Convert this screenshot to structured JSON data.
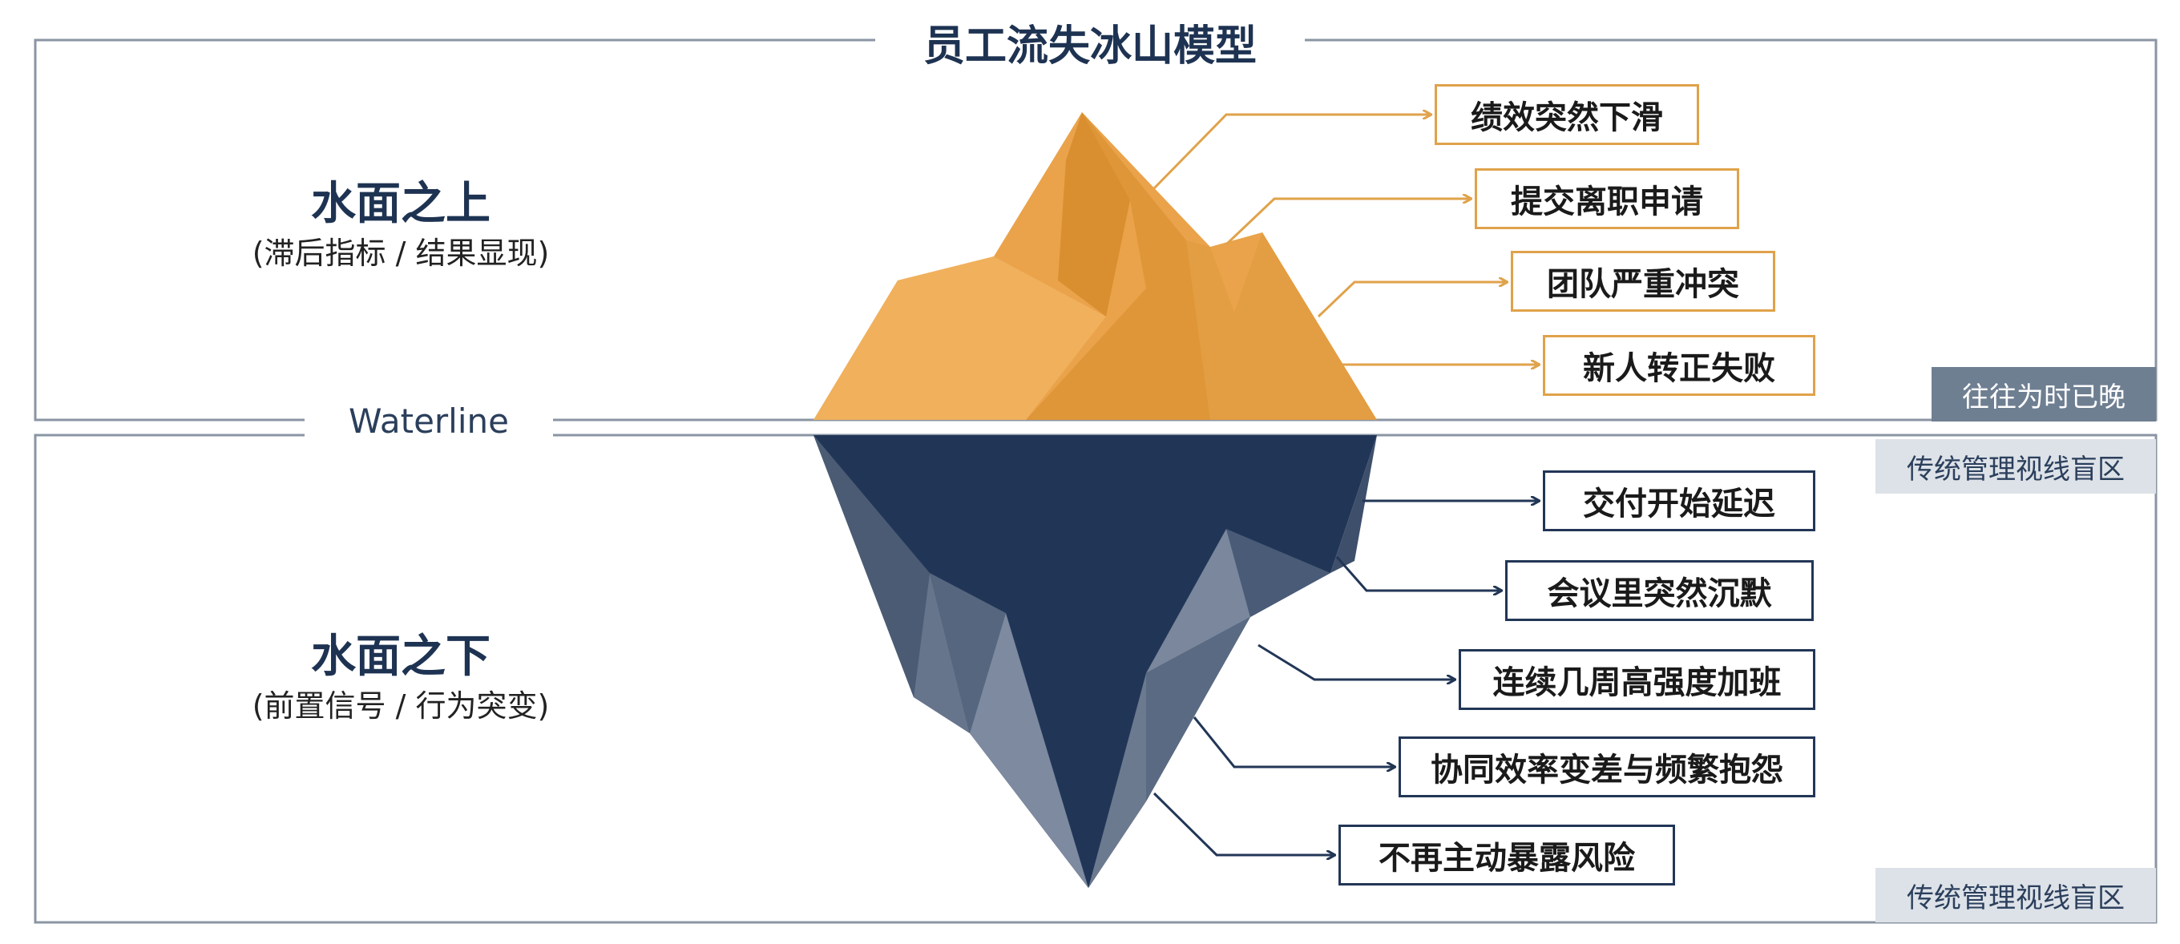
{
  "title": "员工流失冰山模型",
  "waterline": "Waterline",
  "above": {
    "heading": "水面之上",
    "subheading": "(滞后指标 / 结果显现)",
    "items": [
      "绩效突然下滑",
      "提交离职申请",
      "团队严重冲突",
      "新人转正失败"
    ]
  },
  "below": {
    "heading": "水面之下",
    "subheading": "(前置信号 / 行为突变)",
    "items": [
      "交付开始延迟",
      "会议里突然沉默",
      "连续几周高强度加班",
      "协同效率变差与频繁抱怨",
      "不再主动暴露风险"
    ]
  },
  "tags": {
    "too_late": "往往为时已晚",
    "blind_zone_top": "传统管理视线盲区",
    "blind_zone_bottom": "传统管理视线盲区"
  },
  "colors": {
    "above_accent": "#e0a24a",
    "below_accent": "#223656",
    "frame": "#8a95a3"
  }
}
